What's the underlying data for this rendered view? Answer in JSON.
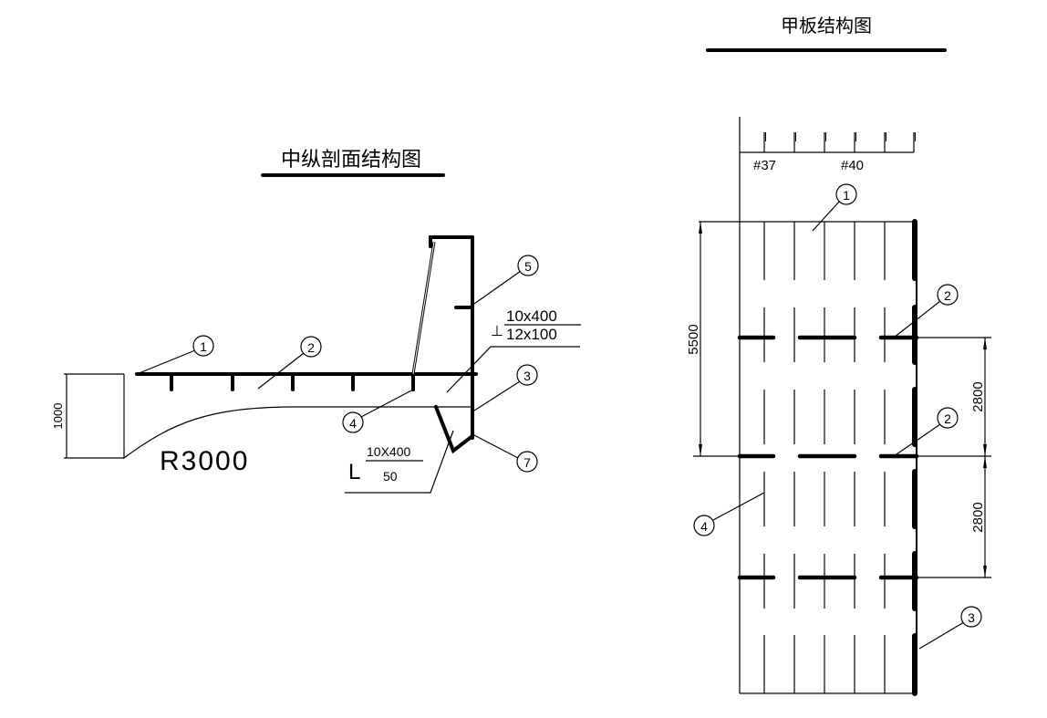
{
  "left_drawing": {
    "title": "中纵剖面结构图",
    "dimension_height": "1000",
    "radius_label": "R3000",
    "section_label_top": {
      "symbol": "⊥",
      "numerator": "10x400",
      "denominator": "12x100"
    },
    "section_label_bottom": {
      "symbol": "L",
      "numerator": "10X400",
      "denominator": "50"
    },
    "callouts": [
      "1",
      "2",
      "3",
      "4",
      "5",
      "7"
    ]
  },
  "right_drawing": {
    "title": "甲板结构图",
    "frame_labels": [
      "#37",
      "#40"
    ],
    "dimension_total": "5500",
    "dimension_spacing_1": "2800",
    "dimension_spacing_2": "2800",
    "callouts": [
      "1",
      "2",
      "2",
      "3",
      "4"
    ]
  }
}
